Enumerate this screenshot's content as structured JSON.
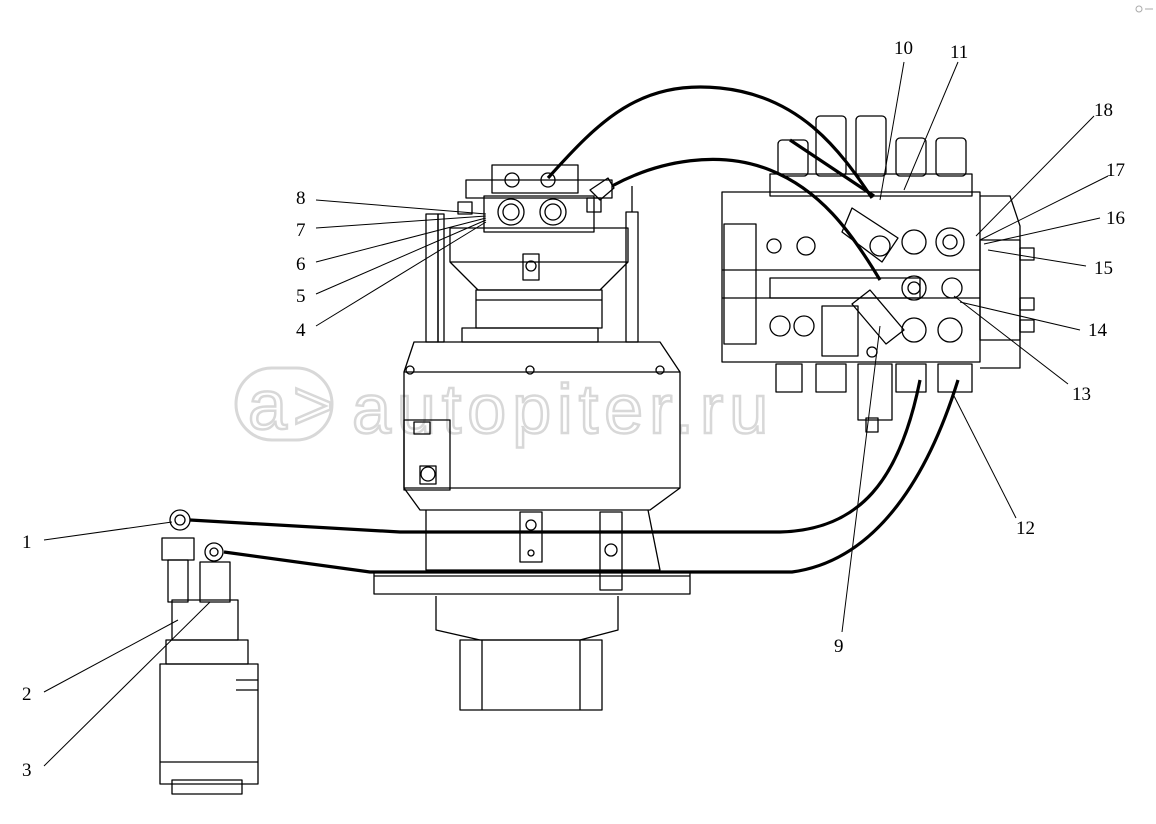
{
  "watermark": {
    "logo_text": "a>",
    "site_text": "autopiter.ru"
  },
  "callouts": [
    {
      "id": "1",
      "label": "1"
    },
    {
      "id": "2",
      "label": "2"
    },
    {
      "id": "3",
      "label": "3"
    },
    {
      "id": "4",
      "label": "4"
    },
    {
      "id": "5",
      "label": "5"
    },
    {
      "id": "6",
      "label": "6"
    },
    {
      "id": "7",
      "label": "7"
    },
    {
      "id": "8",
      "label": "8"
    },
    {
      "id": "9",
      "label": "9"
    },
    {
      "id": "10",
      "label": "10"
    },
    {
      "id": "11",
      "label": "11"
    },
    {
      "id": "12",
      "label": "12"
    },
    {
      "id": "13",
      "label": "13"
    },
    {
      "id": "14",
      "label": "14"
    },
    {
      "id": "15",
      "label": "15"
    },
    {
      "id": "16",
      "label": "16"
    },
    {
      "id": "17",
      "label": "17"
    },
    {
      "id": "18",
      "label": "18"
    }
  ]
}
